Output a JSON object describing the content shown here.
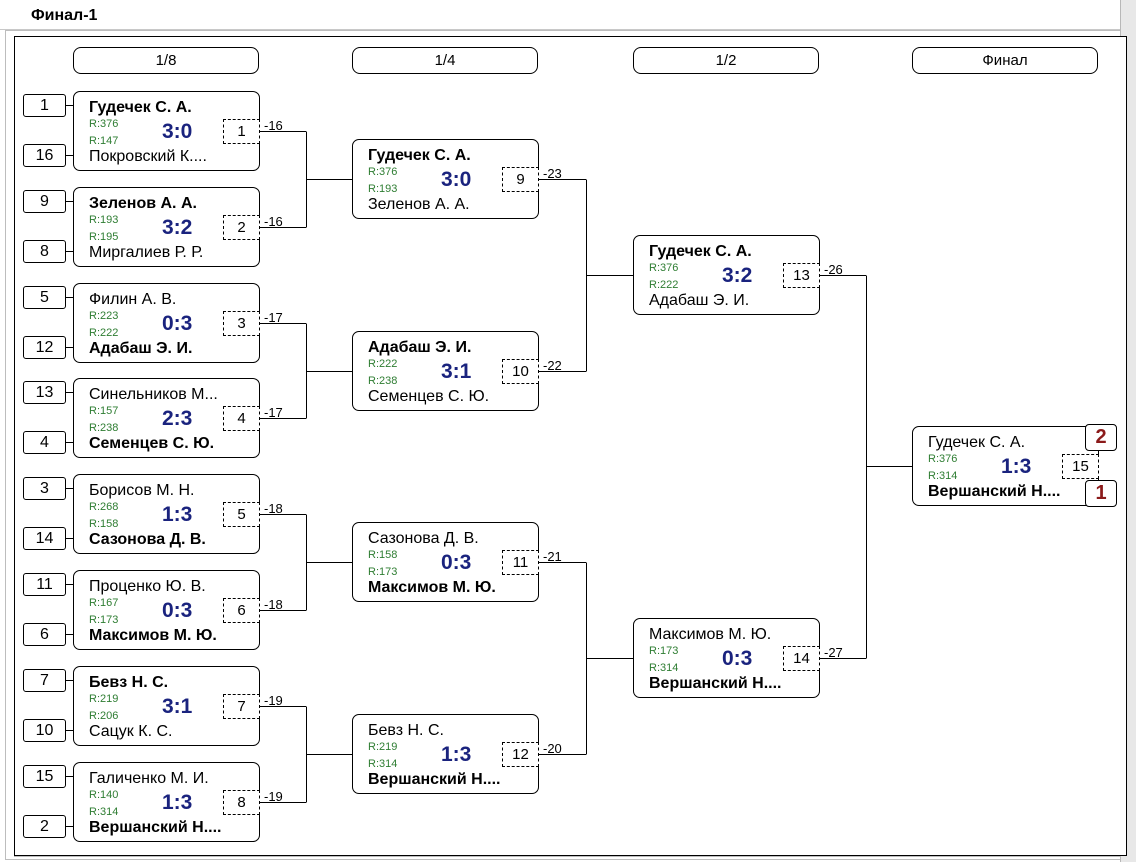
{
  "title": "Финал-1",
  "rounds": [
    "1/8",
    "1/4",
    "1/2",
    "Финал"
  ],
  "seeds": [
    "1",
    "16",
    "9",
    "8",
    "5",
    "12",
    "13",
    "4",
    "3",
    "14",
    "11",
    "6",
    "7",
    "10",
    "15",
    "2"
  ],
  "matches": [
    {
      "p1": "Гудечек С. А.",
      "p2": "Покровский К....",
      "r1": "R:376",
      "r2": "R:147",
      "score": "3:0",
      "num": "1",
      "loser": "-16",
      "winner": 1
    },
    {
      "p1": "Зеленов А. А.",
      "p2": "Миргалиев Р. Р.",
      "r1": "R:193",
      "r2": "R:195",
      "score": "3:2",
      "num": "2",
      "loser": "-16",
      "winner": 1
    },
    {
      "p1": "Филин А. В.",
      "p2": "Адабаш Э. И.",
      "r1": "R:223",
      "r2": "R:222",
      "score": "0:3",
      "num": "3",
      "loser": "-17",
      "winner": 2
    },
    {
      "p1": "Синельников М...",
      "p2": "Семенцев С. Ю.",
      "r1": "R:157",
      "r2": "R:238",
      "score": "2:3",
      "num": "4",
      "loser": "-17",
      "winner": 2
    },
    {
      "p1": "Борисов М. Н.",
      "p2": "Сазонова Д. В.",
      "r1": "R:268",
      "r2": "R:158",
      "score": "1:3",
      "num": "5",
      "loser": "-18",
      "winner": 2
    },
    {
      "p1": "Проценко Ю. В.",
      "p2": "Максимов М. Ю.",
      "r1": "R:167",
      "r2": "R:173",
      "score": "0:3",
      "num": "6",
      "loser": "-18",
      "winner": 2
    },
    {
      "p1": "Бевз Н. С.",
      "p2": "Сацук К. С.",
      "r1": "R:219",
      "r2": "R:206",
      "score": "3:1",
      "num": "7",
      "loser": "-19",
      "winner": 1
    },
    {
      "p1": "Галиченко М. И.",
      "p2": "Вершанский Н....",
      "r1": "R:140",
      "r2": "R:314",
      "score": "1:3",
      "num": "8",
      "loser": "-19",
      "winner": 2
    },
    {
      "p1": "Гудечек С. А.",
      "p2": "Зеленов А. А.",
      "r1": "R:376",
      "r2": "R:193",
      "score": "3:0",
      "num": "9",
      "loser": "-23",
      "winner": 1
    },
    {
      "p1": "Адабаш Э. И.",
      "p2": "Семенцев С. Ю.",
      "r1": "R:222",
      "r2": "R:238",
      "score": "3:1",
      "num": "10",
      "loser": "-22",
      "winner": 1
    },
    {
      "p1": "Сазонова Д. В.",
      "p2": "Максимов М. Ю.",
      "r1": "R:158",
      "r2": "R:173",
      "score": "0:3",
      "num": "11",
      "loser": "-21",
      "winner": 2
    },
    {
      "p1": "Бевз Н. С.",
      "p2": "Вершанский Н....",
      "r1": "R:219",
      "r2": "R:314",
      "score": "1:3",
      "num": "12",
      "loser": "-20",
      "winner": 2
    },
    {
      "p1": "Гудечек С. А.",
      "p2": "Адабаш Э. И.",
      "r1": "R:376",
      "r2": "R:222",
      "score": "3:2",
      "num": "13",
      "loser": "-26",
      "winner": 1
    },
    {
      "p1": "Максимов М. Ю.",
      "p2": "Вершанский Н....",
      "r1": "R:173",
      "r2": "R:314",
      "score": "0:3",
      "num": "14",
      "loser": "-27",
      "winner": 2
    },
    {
      "p1": "Гудечек С. А.",
      "p2": "Вершанский Н....",
      "r1": "R:376",
      "r2": "R:314",
      "score": "1:3",
      "num": "15",
      "loser": "",
      "winner": 2
    }
  ],
  "final_places": {
    "top": "2",
    "bottom": "1"
  }
}
